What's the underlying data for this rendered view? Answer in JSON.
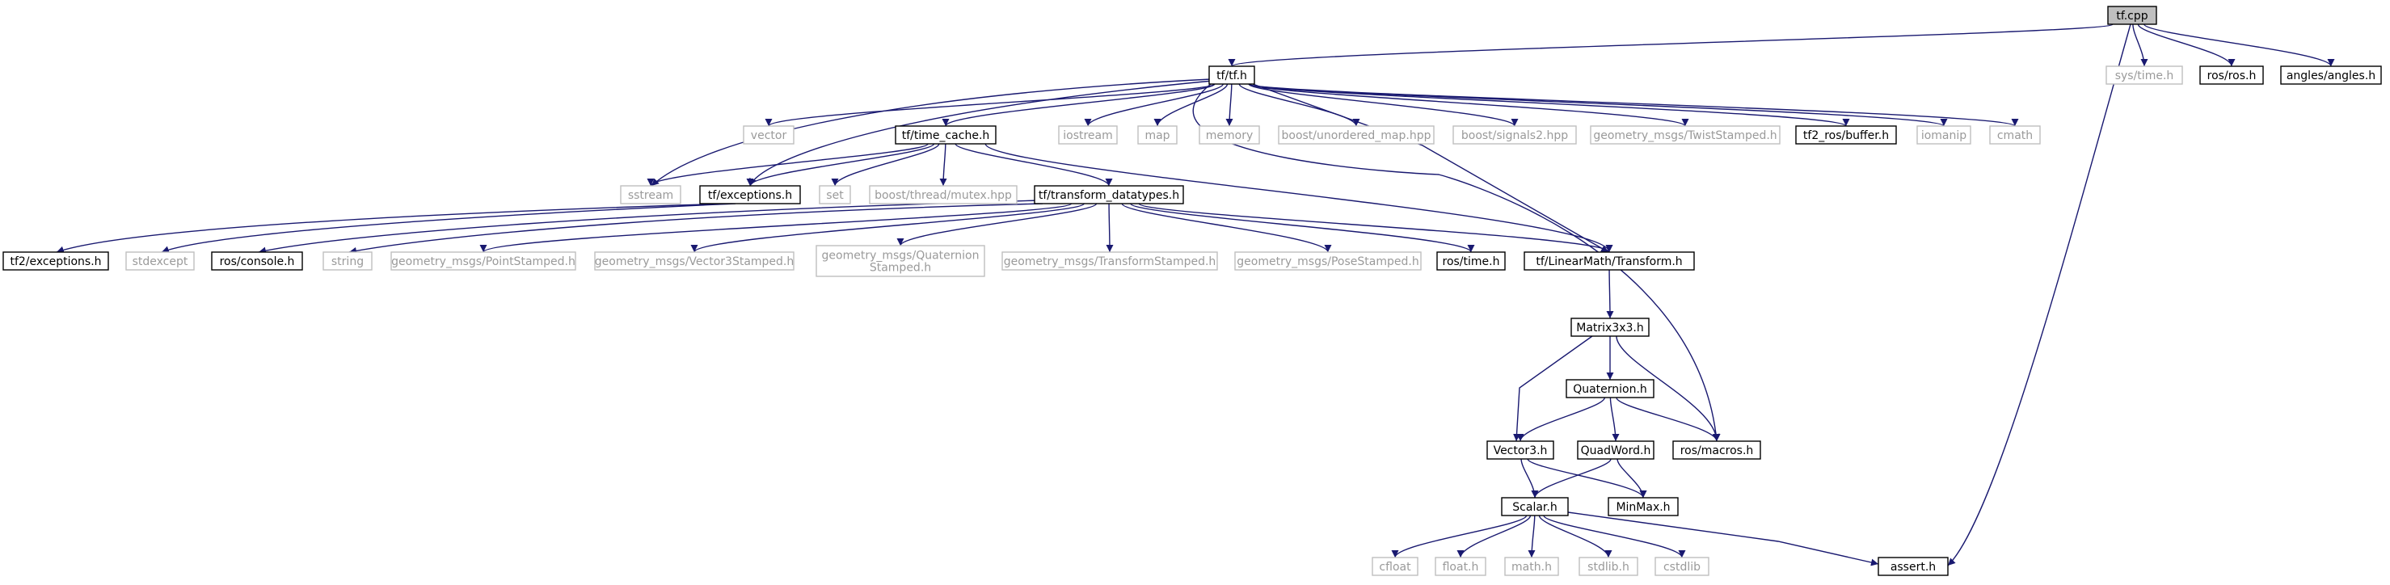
{
  "colors": {
    "edge": "#191970",
    "documented_border": "#000000",
    "documented_text": "#000000",
    "external_border": "#bfbfbf",
    "external_text": "#9a9a9a",
    "root_fill": "#bfbfbf",
    "background": "#ffffff"
  },
  "nodes": [
    {
      "id": "tf_cpp",
      "label": "tf.cpp",
      "kind": "root"
    },
    {
      "id": "tf_h",
      "label": "tf/tf.h",
      "kind": "documented"
    },
    {
      "id": "sys_time",
      "label": "sys/time.h",
      "kind": "external"
    },
    {
      "id": "ros_ros",
      "label": "ros/ros.h",
      "kind": "documented"
    },
    {
      "id": "angles",
      "label": "angles/angles.h",
      "kind": "documented"
    },
    {
      "id": "vector",
      "label": "vector",
      "kind": "external"
    },
    {
      "id": "time_cache",
      "label": "tf/time_cache.h",
      "kind": "documented"
    },
    {
      "id": "iostream",
      "label": "iostream",
      "kind": "external"
    },
    {
      "id": "map",
      "label": "map",
      "kind": "external"
    },
    {
      "id": "memory",
      "label": "memory",
      "kind": "external"
    },
    {
      "id": "unordered_map",
      "label": "boost/unordered_map.hpp",
      "kind": "external"
    },
    {
      "id": "signals2",
      "label": "boost/signals2.hpp",
      "kind": "external"
    },
    {
      "id": "twist",
      "label": "geometry_msgs/TwistStamped.h",
      "kind": "external"
    },
    {
      "id": "tf2_buffer",
      "label": "tf2_ros/buffer.h",
      "kind": "documented"
    },
    {
      "id": "iomanip",
      "label": "iomanip",
      "kind": "external"
    },
    {
      "id": "cmath",
      "label": "cmath",
      "kind": "external"
    },
    {
      "id": "sstream",
      "label": "sstream",
      "kind": "external"
    },
    {
      "id": "tf_exceptions",
      "label": "tf/exceptions.h",
      "kind": "documented"
    },
    {
      "id": "set",
      "label": "set",
      "kind": "external"
    },
    {
      "id": "mutex",
      "label": "boost/thread/mutex.hpp",
      "kind": "external"
    },
    {
      "id": "transform_datatypes",
      "label": "tf/transform_datatypes.h",
      "kind": "documented"
    },
    {
      "id": "tf2_exceptions",
      "label": "tf2/exceptions.h",
      "kind": "documented"
    },
    {
      "id": "stdexcept",
      "label": "stdexcept",
      "kind": "external"
    },
    {
      "id": "ros_console",
      "label": "ros/console.h",
      "kind": "documented"
    },
    {
      "id": "string",
      "label": "string",
      "kind": "external"
    },
    {
      "id": "point_stamped",
      "label": "geometry_msgs/PointStamped.h",
      "kind": "external"
    },
    {
      "id": "vector3_stamped",
      "label": "geometry_msgs/Vector3Stamped.h",
      "kind": "external"
    },
    {
      "id": "quaternion_stamped",
      "label": "geometry_msgs/Quaternion\nStamped.h",
      "kind": "external"
    },
    {
      "id": "transform_stamped",
      "label": "geometry_msgs/TransformStamped.h",
      "kind": "external"
    },
    {
      "id": "pose_stamped",
      "label": "geometry_msgs/PoseStamped.h",
      "kind": "external"
    },
    {
      "id": "ros_time",
      "label": "ros/time.h",
      "kind": "documented"
    },
    {
      "id": "lm_transform",
      "label": "tf/LinearMath/Transform.h",
      "kind": "documented"
    },
    {
      "id": "matrix3x3",
      "label": "Matrix3x3.h",
      "kind": "documented"
    },
    {
      "id": "quaternion_h",
      "label": "Quaternion.h",
      "kind": "documented"
    },
    {
      "id": "vector3_h",
      "label": "Vector3.h",
      "kind": "documented"
    },
    {
      "id": "quadword",
      "label": "QuadWord.h",
      "kind": "documented"
    },
    {
      "id": "ros_macros",
      "label": "ros/macros.h",
      "kind": "documented"
    },
    {
      "id": "minmax",
      "label": "MinMax.h",
      "kind": "documented"
    },
    {
      "id": "scalar",
      "label": "Scalar.h",
      "kind": "documented"
    },
    {
      "id": "cfloat",
      "label": "cfloat",
      "kind": "external"
    },
    {
      "id": "float_h",
      "label": "float.h",
      "kind": "external"
    },
    {
      "id": "math_h",
      "label": "math.h",
      "kind": "external"
    },
    {
      "id": "stdlib_h",
      "label": "stdlib.h",
      "kind": "external"
    },
    {
      "id": "cstdlib",
      "label": "cstdlib",
      "kind": "external"
    },
    {
      "id": "assert_h",
      "label": "assert.h",
      "kind": "documented"
    }
  ],
  "edges": [
    [
      "tf_cpp",
      "tf_h"
    ],
    [
      "tf_cpp",
      "sys_time"
    ],
    [
      "tf_cpp",
      "ros_ros"
    ],
    [
      "tf_cpp",
      "angles"
    ],
    [
      "tf_cpp",
      "assert_h"
    ],
    [
      "tf_h",
      "vector"
    ],
    [
      "tf_h",
      "time_cache"
    ],
    [
      "tf_h",
      "iostream"
    ],
    [
      "tf_h",
      "map"
    ],
    [
      "tf_h",
      "memory"
    ],
    [
      "tf_h",
      "unordered_map"
    ],
    [
      "tf_h",
      "signals2"
    ],
    [
      "tf_h",
      "twist"
    ],
    [
      "tf_h",
      "tf2_buffer"
    ],
    [
      "tf_h",
      "iomanip"
    ],
    [
      "tf_h",
      "cmath"
    ],
    [
      "tf_h",
      "sstream"
    ],
    [
      "tf_h",
      "tf_exceptions"
    ],
    [
      "tf_h",
      "ros_macros"
    ],
    [
      "tf_h",
      "lm_transform"
    ],
    [
      "time_cache",
      "sstream"
    ],
    [
      "time_cache",
      "tf_exceptions"
    ],
    [
      "time_cache",
      "set"
    ],
    [
      "time_cache",
      "mutex"
    ],
    [
      "time_cache",
      "transform_datatypes"
    ],
    [
      "time_cache",
      "lm_transform"
    ],
    [
      "tf_exceptions",
      "tf2_exceptions"
    ],
    [
      "tf_exceptions",
      "stdexcept"
    ],
    [
      "transform_datatypes",
      "string"
    ],
    [
      "transform_datatypes",
      "ros_console"
    ],
    [
      "transform_datatypes",
      "point_stamped"
    ],
    [
      "transform_datatypes",
      "vector3_stamped"
    ],
    [
      "transform_datatypes",
      "quaternion_stamped"
    ],
    [
      "transform_datatypes",
      "transform_stamped"
    ],
    [
      "transform_datatypes",
      "pose_stamped"
    ],
    [
      "transform_datatypes",
      "ros_time"
    ],
    [
      "transform_datatypes",
      "lm_transform"
    ],
    [
      "lm_transform",
      "matrix3x3"
    ],
    [
      "matrix3x3",
      "vector3_h"
    ],
    [
      "matrix3x3",
      "quaternion_h"
    ],
    [
      "matrix3x3",
      "ros_macros"
    ],
    [
      "quaternion_h",
      "vector3_h"
    ],
    [
      "quaternion_h",
      "quadword"
    ],
    [
      "quaternion_h",
      "ros_macros"
    ],
    [
      "vector3_h",
      "scalar"
    ],
    [
      "vector3_h",
      "minmax"
    ],
    [
      "quadword",
      "scalar"
    ],
    [
      "quadword",
      "minmax"
    ],
    [
      "scalar",
      "cfloat"
    ],
    [
      "scalar",
      "float_h"
    ],
    [
      "scalar",
      "math_h"
    ],
    [
      "scalar",
      "stdlib_h"
    ],
    [
      "scalar",
      "cstdlib"
    ],
    [
      "scalar",
      "assert_h"
    ]
  ]
}
